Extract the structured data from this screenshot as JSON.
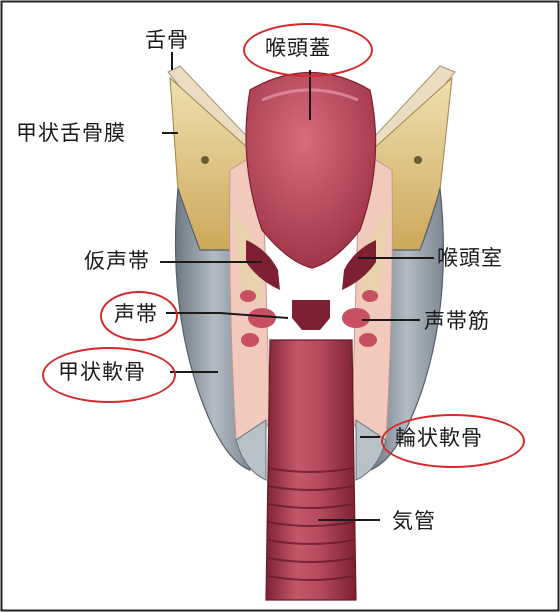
{
  "colors": {
    "mucosa": "#b9475a",
    "mucosa_dark": "#8e2a3b",
    "cartilage_yellow": "#e3c982",
    "cartilage_gray": "#8e9aa6",
    "tissue_pink": "#f2c9bd",
    "muscle": "#c94f63",
    "highlight_circle": "#d42a2a",
    "frame": "#222222"
  },
  "labels": {
    "hyoid": "舌骨",
    "epiglottis": "喉頭蓋",
    "thyrohyoid_membrane": "甲状舌骨膜",
    "false_vocal_cord": "仮声帯",
    "laryngeal_ventricle": "喉頭室",
    "vocal_cord": "声帯",
    "vocalis_muscle": "声帯筋",
    "thyroid_cartilage": "甲状軟骨",
    "cricoid_cartilage": "輪状軟骨",
    "trachea": "気管"
  },
  "highlighted": [
    "epiglottis",
    "vocal_cord",
    "thyroid_cartilage",
    "cricoid_cartilage"
  ]
}
